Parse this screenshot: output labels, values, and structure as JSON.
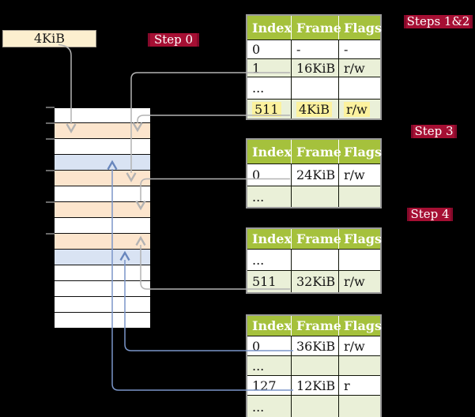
{
  "colors": {
    "background": "#000000",
    "badge_red": "#a50f33",
    "table_header_green": "#a5c13c",
    "table_row_green": "#eaf0d8",
    "highlight_yellow": "#fcf29e",
    "frame_box_cream": "#fcefcf",
    "stack_orange": "#fce5cd",
    "stack_blue": "#d9e3f3",
    "connector_gray": "#b3b3b3",
    "connector_blue": "#7b96c9"
  },
  "cr3_box": {
    "label": "4KiB"
  },
  "badges": {
    "step0": "Step 0",
    "steps1_2": "Steps 1&2",
    "step3": "Step 3",
    "step4": "Step 4"
  },
  "memory_stack": {
    "rows": [
      {
        "color": "white"
      },
      {
        "color": "orange"
      },
      {
        "color": "white"
      },
      {
        "color": "blue"
      },
      {
        "color": "orange"
      },
      {
        "color": "white"
      },
      {
        "color": "orange"
      },
      {
        "color": "white"
      },
      {
        "color": "orange"
      },
      {
        "color": "blue"
      },
      {
        "color": "white"
      },
      {
        "color": "white"
      },
      {
        "color": "white"
      },
      {
        "color": "white"
      }
    ]
  },
  "tables": [
    {
      "label": "steps-1-2-table",
      "columns": [
        "Index",
        "Frame",
        "Flags"
      ],
      "rows": [
        {
          "cells": [
            "0",
            "-",
            "-"
          ],
          "shaded": false,
          "highlight": false
        },
        {
          "cells": [
            "1",
            "16KiB",
            "r/w"
          ],
          "shaded": true,
          "highlight": false
        },
        {
          "cells": [
            "...",
            "",
            ""
          ],
          "shaded": false,
          "highlight": false
        },
        {
          "cells": [
            "511",
            "4KiB",
            "r/w"
          ],
          "shaded": true,
          "highlight": true
        }
      ]
    },
    {
      "label": "step-3-table",
      "columns": [
        "Index",
        "Frame",
        "Flags"
      ],
      "rows": [
        {
          "cells": [
            "0",
            "24KiB",
            "r/w"
          ],
          "shaded": false,
          "highlight": false
        },
        {
          "cells": [
            "...",
            "",
            ""
          ],
          "shaded": true,
          "highlight": false
        }
      ]
    },
    {
      "label": "step-4-table",
      "columns": [
        "Index",
        "Frame",
        "Flags"
      ],
      "rows": [
        {
          "cells": [
            "...",
            "",
            ""
          ],
          "shaded": false,
          "highlight": false
        },
        {
          "cells": [
            "511",
            "32KiB",
            "r/w"
          ],
          "shaded": true,
          "highlight": false
        }
      ]
    },
    {
      "label": "final-table",
      "columns": [
        "Index",
        "Frame",
        "Flags"
      ],
      "rows": [
        {
          "cells": [
            "0",
            "36KiB",
            "r/w"
          ],
          "shaded": false,
          "highlight": false
        },
        {
          "cells": [
            "...",
            "",
            ""
          ],
          "shaded": true,
          "highlight": false
        },
        {
          "cells": [
            "127",
            "12KiB",
            "r"
          ],
          "shaded": false,
          "highlight": false
        },
        {
          "cells": [
            "...",
            "",
            ""
          ],
          "shaded": true,
          "highlight": false
        }
      ]
    }
  ]
}
